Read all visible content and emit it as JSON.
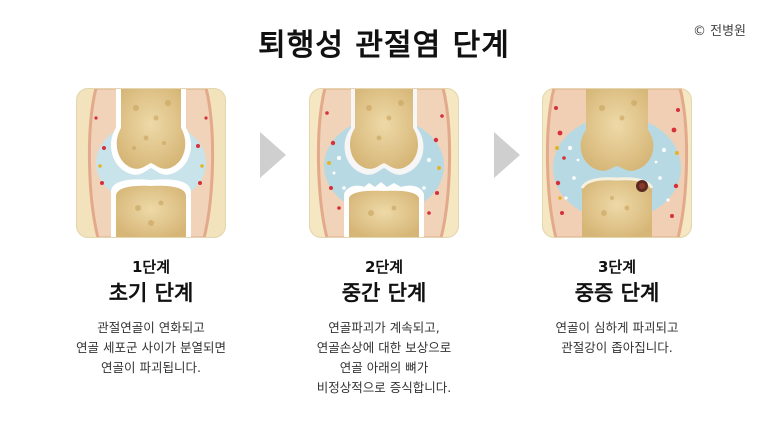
{
  "title": "퇴행성 관절염 단계",
  "credit": "© 전병원",
  "stages": [
    {
      "number": "1단계",
      "name": "초기 단계",
      "lines": [
        "관절연골이 연화되고",
        "연골 세포군 사이가 분열되면",
        "연골이 파괴됩니다."
      ]
    },
    {
      "number": "2단계",
      "name": "중간 단계",
      "lines": [
        "연골파괴가 계속되고,",
        "연골손상에 대한 보상으로",
        "연골 아래의 뼈가",
        "비정상적으로 증식합니다."
      ]
    },
    {
      "number": "3단계",
      "name": "중증 단계",
      "lines": [
        "연골이 심하게 파괴되고",
        "관절강이 좁아집니다."
      ]
    }
  ],
  "colors": {
    "panel_bg": "#f4e7c2",
    "bone": "#e6cd93",
    "cartilage": "#f4f8f9",
    "fluid": "#b7d9e3",
    "capsule": "#e3b08b",
    "inflammation": "#d6303a",
    "arrow": "#c9c9c9"
  }
}
